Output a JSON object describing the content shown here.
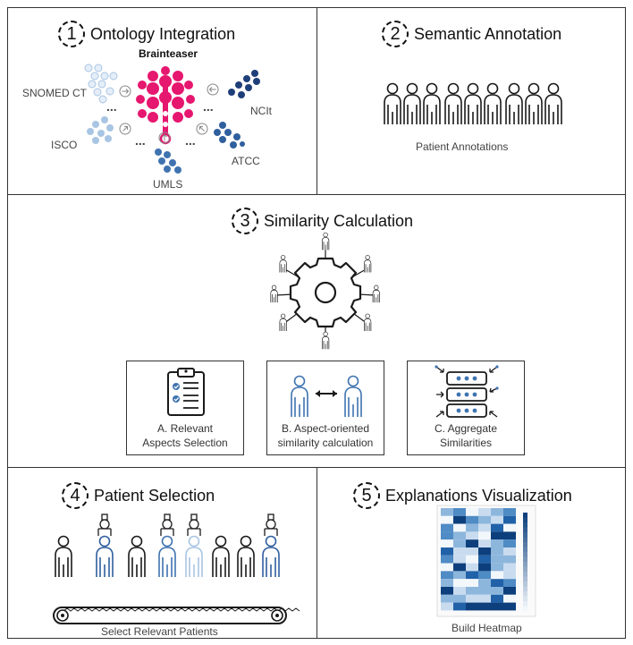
{
  "panel1": {
    "number": "1",
    "title": "Ontology Integration",
    "center_label": "Brainteaser",
    "ontologies": [
      "SNOMED CT",
      "NCIt",
      "ISCO",
      "ATCC",
      "UMLS"
    ],
    "ellipsis": "..."
  },
  "panel2": {
    "number": "2",
    "title": "Semantic Annotation",
    "caption": "Patient Annotations"
  },
  "panel3": {
    "number": "3",
    "title": "Similarity Calculation",
    "boxes": [
      {
        "line1": "A. Relevant",
        "line2": "Aspects Selection"
      },
      {
        "line1": "B. Aspect-oriented",
        "line2": "similarity calculation"
      },
      {
        "line1": "C. Aggregate",
        "line2": "Similarities"
      }
    ]
  },
  "panel4": {
    "number": "4",
    "title": "Patient Selection",
    "caption": "Select Relevant Patients"
  },
  "panel5": {
    "number": "5",
    "title": "Explanations Visualization",
    "caption": "Build Heatmap"
  },
  "colors": {
    "brand": "#e6176f",
    "dark_blue": "#1f3f7a",
    "mid_blue": "#3f73b0",
    "light_blue": "#a8c5e3",
    "outline": "#1a1a1a"
  }
}
